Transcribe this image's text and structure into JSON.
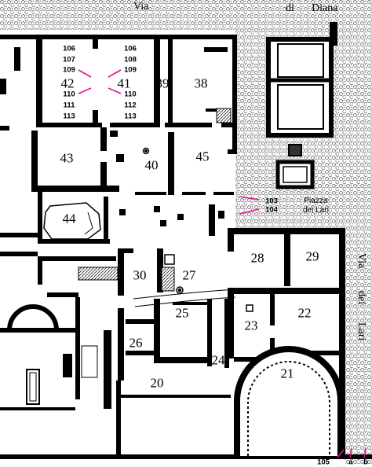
{
  "map": {
    "streets": {
      "via_top_1": "Via",
      "via_top_2": "di",
      "via_top_3": "Diana",
      "via_right_1": "Via",
      "via_right_2": "dei",
      "via_right_3": "Lari"
    },
    "piazza": {
      "line1": "Piazza",
      "line2": "dei Lari"
    },
    "rooms": {
      "r20": "20",
      "r21": "21",
      "r22": "22",
      "r23": "23",
      "r24": "24",
      "r25": "25",
      "r26": "26",
      "r27": "27",
      "r28": "28",
      "r29": "29",
      "r30": "30",
      "r38": "38",
      "r39": "39",
      "r40": "40",
      "r41": "41",
      "r42": "42",
      "r43": "43",
      "r44": "44",
      "r45": "45"
    },
    "refs": {
      "left": [
        "106",
        "107",
        "109",
        "110",
        "111",
        "113"
      ],
      "right": [
        "106",
        "108",
        "109",
        "110",
        "112",
        "113"
      ],
      "piazza_103": "103",
      "piazza_104": "104",
      "bottom_105": "105",
      "bottom_a": "a",
      "bottom_b": "b"
    },
    "colors": {
      "wall": "#000000",
      "accent_lines": "#e0148c",
      "cobble_fill": "#9a9a9a"
    }
  }
}
